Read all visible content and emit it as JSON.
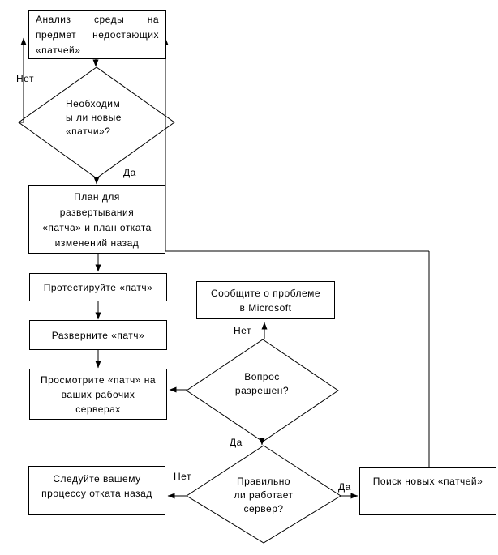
{
  "flowchart": {
    "title_hint": "Patch management flowchart (Russian)",
    "colors": {
      "stroke": "#000000",
      "node_fill": "#ffffff",
      "background": "#ffffff"
    },
    "nodes": {
      "analyze": {
        "lines": [
          "Анализ среды на",
          "предмет недостающих",
          "«патчей»"
        ]
      },
      "need": {
        "lines": [
          "Необходим",
          "ы ли новые",
          "«патчи»?"
        ]
      },
      "plan": {
        "lines": [
          "План для",
          "развертывания",
          "«патча» и план отката",
          "изменений назад"
        ]
      },
      "test": {
        "lines": [
          "Протестируйте «патч»"
        ]
      },
      "deploy": {
        "lines": [
          "Разверните «патч»"
        ]
      },
      "review": {
        "lines": [
          "Просмотрите «патч» на",
          "ваших рабочих",
          "серверах"
        ]
      },
      "report": {
        "lines": [
          "Сообщите о проблеме",
          "в Microsoft"
        ]
      },
      "resolved": {
        "lines": [
          "Вопрос",
          "разрешен?"
        ]
      },
      "server": {
        "lines": [
          "Правильно",
          "ли работает",
          "сервер?"
        ]
      },
      "rollback": {
        "lines": [
          "Следуйте вашему",
          "процессу отката назад"
        ]
      },
      "search": {
        "lines": [
          "Поиск новых «патчей»"
        ]
      }
    },
    "edge_labels": {
      "need_no": "Нет",
      "need_yes": "Да",
      "resolved_no": "Нет",
      "resolved_yes": "Да",
      "server_no": "Нет",
      "server_yes": "Да"
    }
  }
}
